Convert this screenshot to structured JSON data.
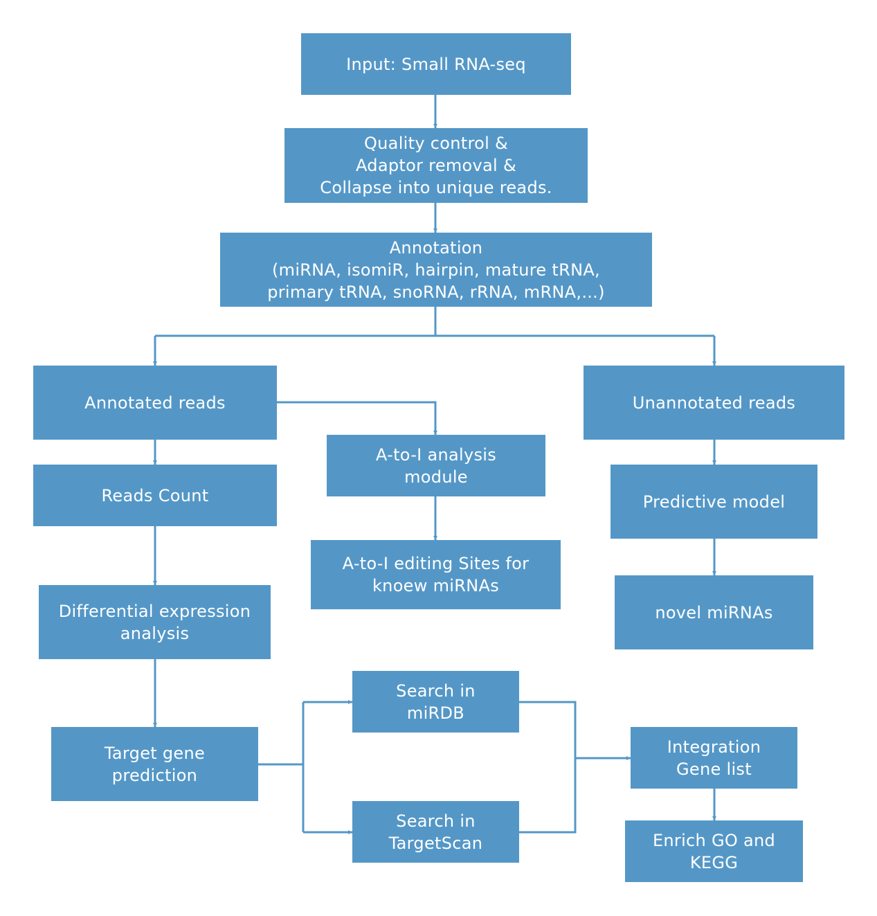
{
  "colors": {
    "box_fill": "#5497c7",
    "connector": "#5497c7",
    "text": "#ffffff",
    "background": "#ffffff"
  },
  "nodes": {
    "input": {
      "lines": [
        "Input: Small RNA-seq"
      ]
    },
    "quality_control": {
      "lines": [
        "Quality control &",
        "Adaptor removal &",
        "Collapse into unique reads."
      ]
    },
    "annotation": {
      "lines": [
        "Annotation",
        "(miRNA, isomiR, hairpin, mature tRNA,",
        "primary tRNA, snoRNA, rRNA, mRNA,...)"
      ]
    },
    "annotated_reads": {
      "lines": [
        "Annotated reads"
      ]
    },
    "unannotated_reads": {
      "lines": [
        "Unannotated reads"
      ]
    },
    "reads_count": {
      "lines": [
        "Reads Count"
      ]
    },
    "a_to_i_module": {
      "lines": [
        "A-to-I analysis",
        "module"
      ]
    },
    "predictive_model": {
      "lines": [
        "Predictive model"
      ]
    },
    "a_to_i_sites": {
      "lines": [
        "A-to-I editing Sites for",
        "knoew miRNAs"
      ]
    },
    "differential_expression": {
      "lines": [
        "Differential expression",
        "analysis"
      ]
    },
    "novel_mirnas": {
      "lines": [
        "novel miRNAs"
      ]
    },
    "search_mirdb": {
      "lines": [
        "Search in",
        "miRDB"
      ]
    },
    "target_gene_prediction": {
      "lines": [
        "Target gene",
        "prediction"
      ]
    },
    "integration_gene_list": {
      "lines": [
        "Integration",
        "Gene list"
      ]
    },
    "search_targetscan": {
      "lines": [
        "Search in",
        "TargetScan"
      ]
    },
    "enrich_go_kegg": {
      "lines": [
        "Enrich GO and",
        "KEGG"
      ]
    }
  }
}
